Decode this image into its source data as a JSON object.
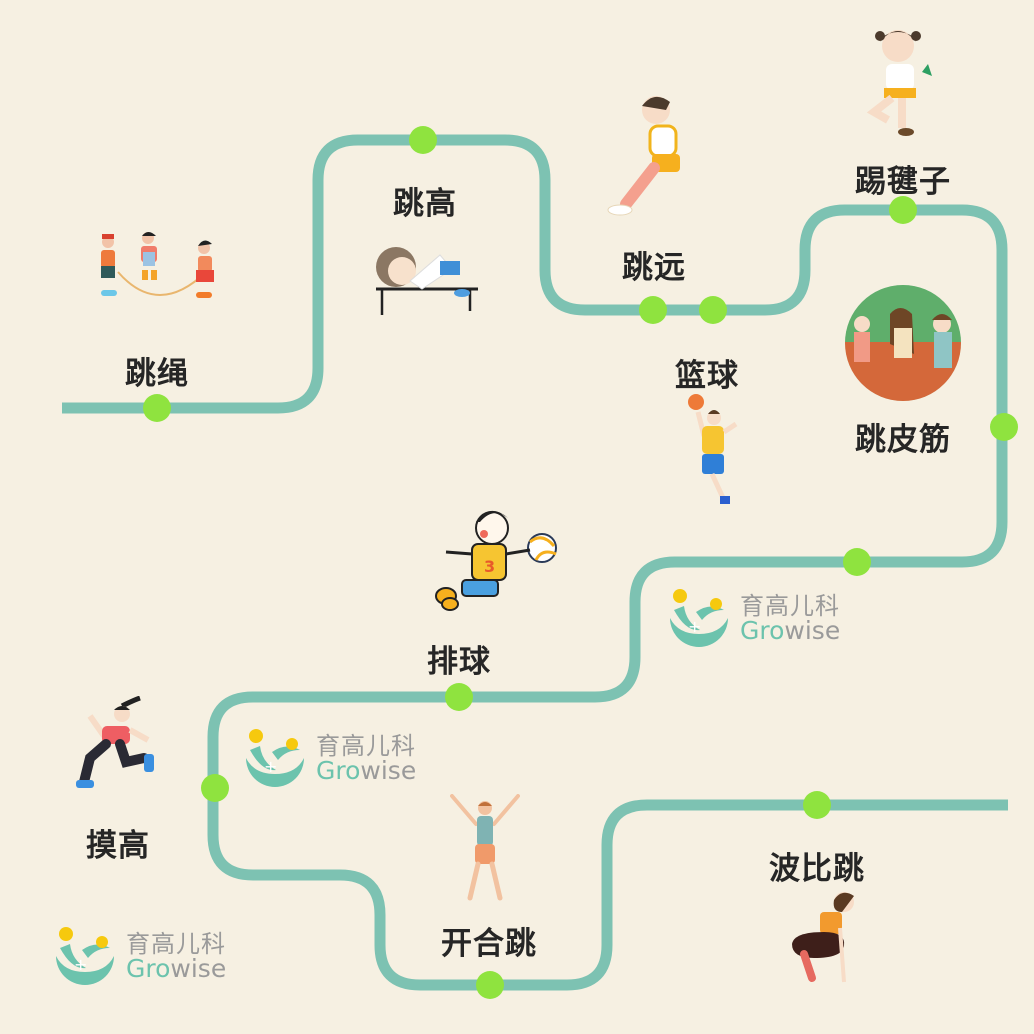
{
  "colors": {
    "background": "#f6f0e2",
    "track": "#7dc2b2",
    "dot": "#8fe33f",
    "label": "#262626",
    "watermark_text": "#9a9a9a",
    "watermark_accent": "#6cc3ad",
    "watermark_sun": "#f6c90e"
  },
  "activities": [
    {
      "label": "跳绳",
      "icon": "jump-rope-kids-icon"
    },
    {
      "label": "跳高",
      "icon": "high-jump-icon"
    },
    {
      "label": "跳远",
      "icon": "long-jump-icon"
    },
    {
      "label": "踢毽子",
      "icon": "shuttlecock-kick-icon"
    },
    {
      "label": "篮球",
      "icon": "basketball-player-icon"
    },
    {
      "label": "跳皮筋",
      "icon": "rubber-band-jump-icon"
    },
    {
      "label": "排球",
      "icon": "volleyball-player-icon"
    },
    {
      "label": "摸高",
      "icon": "touch-high-icon"
    },
    {
      "label": "开合跳",
      "icon": "jumping-jacks-icon"
    },
    {
      "label": "波比跳",
      "icon": "burpee-icon"
    }
  ],
  "watermark": {
    "brand_cn": "育高儿科",
    "brand_en_accent": "Gro",
    "brand_en_rest": "wise"
  }
}
